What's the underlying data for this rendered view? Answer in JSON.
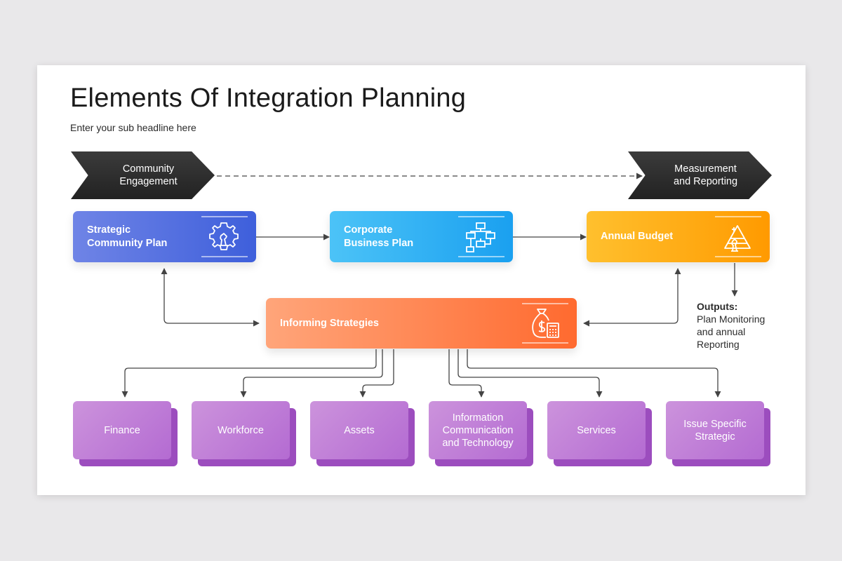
{
  "title": "Elements Of Integration Planning",
  "subtitle": "Enter your sub headline here",
  "chevrons": {
    "left": "Community Engagement",
    "right": "Measurement and Reporting"
  },
  "boxes": {
    "strategic": "Strategic Community Plan",
    "corporate": "Corporate Business Plan",
    "budget": "Annual Budget",
    "informing": "Informing Strategies"
  },
  "outputs": {
    "label": "Outputs:",
    "text": "Plan Monitoring and annual Reporting"
  },
  "elements": [
    "Finance",
    "Workforce",
    "Assets",
    "Information Communication and Technology",
    "Services",
    "Issue Specific Strategic"
  ],
  "colors": {
    "strategic": "#3e5fdb",
    "corporate": "#1aa0f0",
    "budget": "#ff9a00",
    "informing": "#ff6a2f",
    "element": "#b46bd2",
    "chevron": "#2b2b2b"
  },
  "icons": {
    "strategic": "gear-chess-icon",
    "corporate": "flowchart-icon",
    "budget": "pyramid-chess-icon",
    "informing": "money-bag-calculator-icon"
  }
}
